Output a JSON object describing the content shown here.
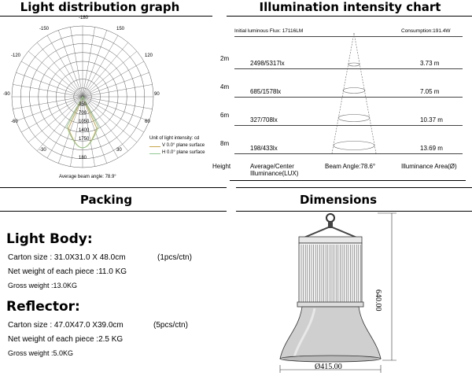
{
  "titles": {
    "light_distribution": "Light distribution graph",
    "illumination": "Illumination intensity chart",
    "packing": "Packing",
    "dimensions": "Dimensions"
  },
  "polar": {
    "angle_labels": [
      {
        "text": "-180"
      },
      {
        "text": "180"
      },
      {
        "text": "-150"
      },
      {
        "text": "150"
      },
      {
        "text": "-120"
      },
      {
        "text": "120"
      },
      {
        "text": "-90"
      },
      {
        "text": "90"
      },
      {
        "text": "-60"
      },
      {
        "text": "60"
      },
      {
        "text": "-30"
      },
      {
        "text": "30"
      }
    ],
    "ring_labels": [
      "350",
      "700",
      "1050",
      "1400",
      "1750"
    ],
    "legend_title": "Unit of light intensity: cd",
    "legend_v": "V  0.0° plane surface",
    "legend_h": "H  0.0° plane surface",
    "caption": "Average beam angle: 78.9°",
    "colors": {
      "v_curve": "#c9a64a",
      "h_curve": "#8fc98f"
    }
  },
  "illum": {
    "flux": "Initial luminous Flux: 17116LM",
    "consumption": "Consumption:191.4W",
    "rows": [
      {
        "height": "2m",
        "lux": "2498/5317lx",
        "area": "3.73 m"
      },
      {
        "height": "4m",
        "lux": "685/1578lx",
        "area": "7.05 m"
      },
      {
        "height": "6m",
        "lux": "327/708lx",
        "area": "10.37 m"
      },
      {
        "height": "8m",
        "lux": "198/433lx",
        "area": "13.69 m"
      }
    ],
    "footer": {
      "height": "Height",
      "avg": "Average/Center",
      "avg2": "Illuminance(LUX)",
      "beam": "Beam Angle:78.6°",
      "area": "Illuminance Area(Ø)"
    }
  },
  "packing": {
    "body_title": "Light Body:",
    "body_lines": [
      {
        "a": "Carton size : 31.0X31.0 X 48.0cm",
        "b": "(1pcs/ctn)"
      },
      {
        "a": "Net weight of each piece :11.0 KG",
        "b": ""
      },
      {
        "a": "Gross weight :13.0KG",
        "b": ""
      }
    ],
    "reflector_title": "Reflector:",
    "reflector_lines": [
      {
        "a": "Carton size : 47.0X47.0 X39.0cm",
        "b": "(5pcs/ctn)"
      },
      {
        "a": "Net weight of each piece :2.5 KG",
        "b": ""
      },
      {
        "a": "Gross weight :5.0KG",
        "b": ""
      }
    ]
  },
  "dimensions": {
    "height_label": "640.00",
    "width_label": "Ø415.00"
  }
}
